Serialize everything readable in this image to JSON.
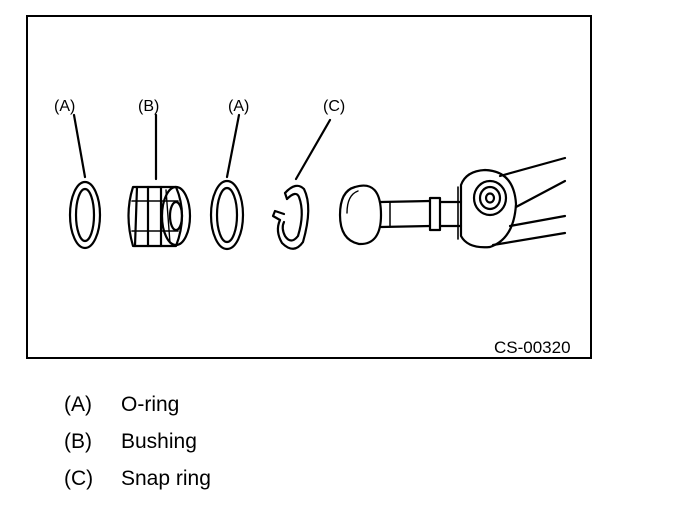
{
  "diagram": {
    "callouts": {
      "a_left": "(A)",
      "b": "(B)",
      "a_right": "(A)",
      "c": "(C)"
    },
    "figure_id": "CS-00320"
  },
  "legend": [
    {
      "key": "(A)",
      "label": "O-ring"
    },
    {
      "key": "(B)",
      "label": "Bushing"
    },
    {
      "key": "(C)",
      "label": "Snap ring"
    }
  ]
}
